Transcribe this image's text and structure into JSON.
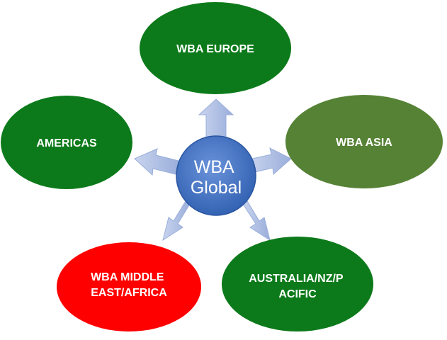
{
  "center": {
    "lines": [
      "WBA",
      "Global"
    ],
    "color": "#4472c4"
  },
  "nodes": [
    {
      "id": "europe",
      "lines": [
        "WBA EUROPE"
      ],
      "color": "#0c7a1a"
    },
    {
      "id": "asia",
      "lines": [
        "WBA ASIA"
      ],
      "color": "#568235"
    },
    {
      "id": "australia",
      "lines": [
        "AUSTRALIA/NZ/P",
        "ACIFIC"
      ],
      "color": "#0c7a1a"
    },
    {
      "id": "mideast",
      "lines": [
        "WBA MIDDLE",
        "EAST/AFRICA"
      ],
      "color": "#ff0000"
    },
    {
      "id": "americas",
      "lines": [
        "AMERICAS"
      ],
      "color": "#0c7a1a"
    }
  ],
  "arrow_color": "#b4c3e3"
}
